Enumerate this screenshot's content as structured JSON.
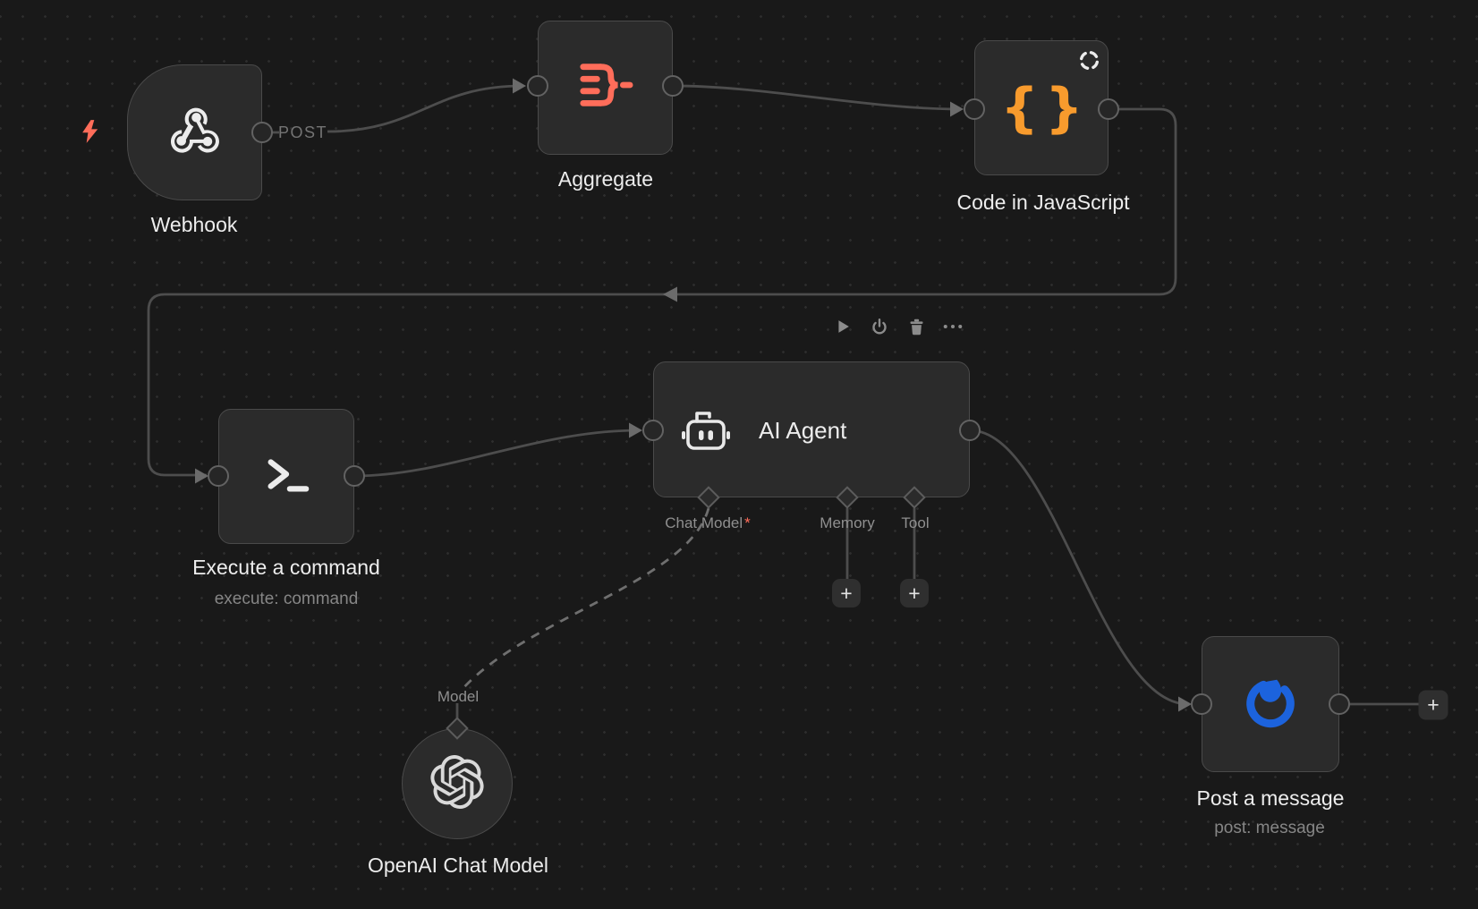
{
  "colors": {
    "canvas_bg": "#191919",
    "node_fill": "#2b2b2b",
    "node_border": "#4a4a4a",
    "edge_gray": "#4d4d4d",
    "text_primary": "#ededed",
    "text_secondary": "#868686",
    "accent_red": "#ff6d5a",
    "accent_orange": "#f89b2d",
    "accent_blue": "#1c63dd"
  },
  "glyphs": {
    "plus": "+"
  },
  "icons": {
    "trigger": "lightning-bolt-icon",
    "webhook": "webhook-icon",
    "aggregate": "aggregate-funnel-icon",
    "code": "curly-braces-icon",
    "code_badge": "dashed-circle-icon",
    "execute": "terminal-icon",
    "agent": "robot-icon",
    "openai": "openai-logo-icon",
    "post": "mattermost-logo-icon",
    "toolbar": [
      "play-icon",
      "power-icon",
      "trash-icon",
      "ellipsis-icon"
    ]
  },
  "nodes": {
    "webhook": {
      "title": "Webhook",
      "output_label": "POST"
    },
    "aggregate": {
      "title": "Aggregate"
    },
    "code": {
      "title": "Code in JavaScript"
    },
    "execute": {
      "title": "Execute a command",
      "subtitle": "execute: command"
    },
    "agent": {
      "title": "AI Agent",
      "ports": {
        "chat_model": {
          "label": "Chat Model",
          "required": "*"
        },
        "memory": {
          "label": "Memory"
        },
        "tool": {
          "label": "Tool"
        }
      }
    },
    "openai": {
      "title": "OpenAI Chat Model",
      "port_label": "Model"
    },
    "post": {
      "title": "Post a message",
      "subtitle": "post: message"
    }
  }
}
